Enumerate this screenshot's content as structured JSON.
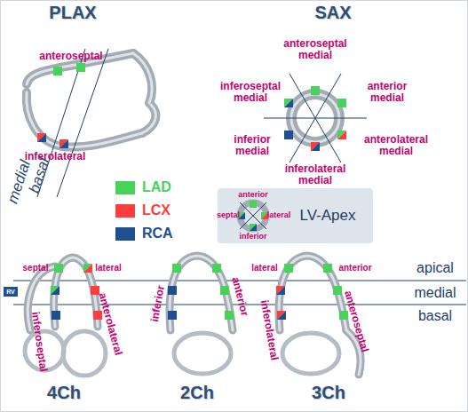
{
  "diagram": {
    "nodes": [
      {
        "text": [
          "anterior",
          "septal",
          "lateral",
          "inferior",
          "LV-Apex"
        ]
      },
      {
        "text": [
          "RV"
        ]
      }
    ],
    "labels": [
      "PLAX",
      "SAX",
      "anteroseptal",
      "anteroseptal medial",
      "inferoseptal medial",
      "anterior medial",
      "inferior medial",
      "anterolateral medial",
      "inferolateral",
      "inferolateral medial",
      "medial",
      "basal",
      "septal",
      "lateral",
      "lateral",
      "anterior",
      "apical",
      "inferior",
      "anterior",
      "medial",
      "inferoseptal",
      "anterolateral",
      "inferolateral",
      "anteroseptal",
      "basal",
      "4Ch",
      "2Ch",
      "3Ch"
    ],
    "legend": [
      {
        "text": "LAD",
        "color": "#47d35a"
      },
      {
        "text": "LCX",
        "color": "#ff3d3d"
      },
      {
        "text": "RCA",
        "color": "#1d4f91"
      }
    ]
  }
}
